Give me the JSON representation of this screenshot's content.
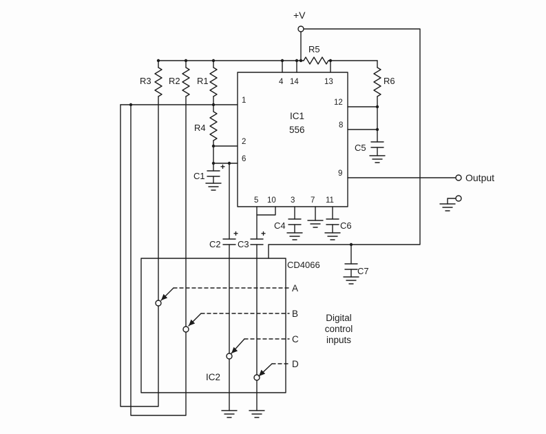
{
  "supply_label": "+V",
  "output_label": "Output",
  "polarity_mark": "+",
  "ic1": {
    "name": "IC1",
    "part": "556",
    "pins_left": [
      "1",
      "2",
      "6"
    ],
    "pins_top": [
      "4",
      "14",
      "13"
    ],
    "pins_right": [
      "12",
      "8",
      "9"
    ],
    "pins_bottom": [
      "5",
      "10",
      "3",
      "7",
      "11"
    ]
  },
  "ic2": {
    "part": "CD4066",
    "name": "IC2",
    "control_labels": [
      "A",
      "B",
      "C",
      "D"
    ],
    "caption_lines": [
      "Digital",
      "control",
      "inputs"
    ]
  },
  "resistors": {
    "r1": "R1",
    "r2": "R2",
    "r3": "R3",
    "r4": "R4",
    "r5": "R5",
    "r6": "R6"
  },
  "capacitors": {
    "c1": "C1",
    "c2": "C2",
    "c3": "C3",
    "c4": "C4",
    "c5": "C5",
    "c6": "C6",
    "c7": "C7"
  },
  "colors": {
    "ink": "#1c1c1c",
    "background": "#fdfdfd"
  }
}
